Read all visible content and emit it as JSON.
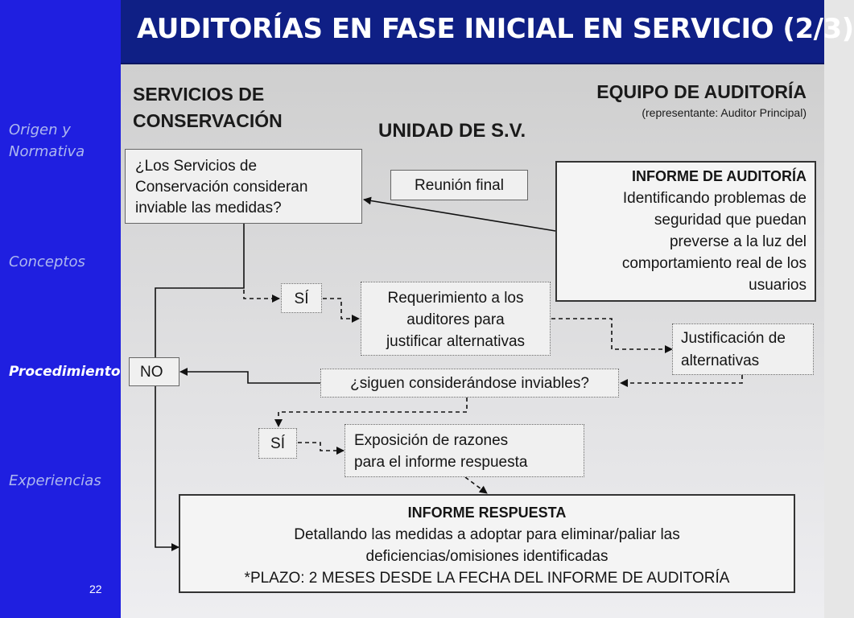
{
  "title": "AUDITORÍAS EN FASE INICIAL EN SERVICIO (2/3)",
  "sidebar": {
    "items": [
      {
        "line1": "Origen y",
        "line2": "Normativa"
      },
      {
        "line1": "Conceptos"
      },
      {
        "line1": "Procedimiento"
      },
      {
        "line1": "Experiencias"
      }
    ],
    "active_index": 2,
    "page_number": "22"
  },
  "headers": {
    "left_line1": "SERVICIOS DE",
    "left_line2": "CONSERVACIÓN",
    "center": "UNIDAD DE S.V.",
    "right_title": "EQUIPO DE AUDITORÍA",
    "right_sub": "(representante: Auditor Principal)"
  },
  "nodes": {
    "question_line1": "¿Los Servicios de",
    "question_line2": "Conservación consideran",
    "question_line3": "inviable las medidas?",
    "reunion": "Reunión final",
    "informe_title": "INFORME DE AUDITORÍA",
    "informe_l1": "Identificando problemas de",
    "informe_l2": "seguridad que puedan",
    "informe_l3": "preverse a la luz del",
    "informe_l4": "comportamiento real de los",
    "informe_l5": "usuarios",
    "si1": "SÍ",
    "req_l1": "Requerimiento a los",
    "req_l2": "auditores para",
    "req_l3": "justificar alternativas",
    "just_l1": "Justificación de",
    "just_l2": "alternativas",
    "no": "NO",
    "siguen": "¿siguen considerándose inviables?",
    "si2": "SÍ",
    "expo_l1": "Exposición de razones",
    "expo_l2": "para el informe respuesta",
    "resp_title": "INFORME RESPUESTA",
    "resp_l1": "Detallando las medidas a adoptar para eliminar/paliar las",
    "resp_l2": "deficiencias/omisiones identificadas",
    "resp_l3": "*PLAZO: 2 MESES DESDE LA FECHA  DEL INFORME DE AUDITORÍA"
  }
}
